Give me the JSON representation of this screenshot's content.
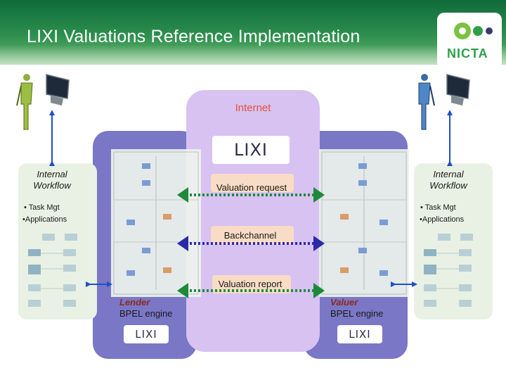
{
  "slide": {
    "title": "LIXI Valuations Reference Implementation",
    "logo_text": "NICTA",
    "colors": {
      "header_green": "#2d8f4e",
      "internet_band": "#d8c2f2",
      "engine_panel": "#7a77c6",
      "message_box": "#f8dcc5",
      "arrow_blue": "#1f4fc8",
      "dotted_green": "#1c8a3a",
      "internet_label": "#e0513a"
    }
  },
  "diagram": {
    "internet_label": "Internet",
    "lixi_logo": "LIXI",
    "left_workflow": {
      "title_line1": "Internal",
      "title_line2": "Workflow",
      "bullet1": "• Task Mgt",
      "bullet2": "•Applications"
    },
    "right_workflow": {
      "title_line1": "Internal",
      "title_line2": "Workflow",
      "bullet1": "• Task Mgt",
      "bullet2": "•Applications"
    },
    "messages": {
      "valuation_request": "Valuation request",
      "backchannel": "Backchannel",
      "valuation_report": "Valuation report"
    },
    "lender_engine": {
      "role": "Lender",
      "label": "BPEL engine"
    },
    "valuer_engine": {
      "role": "Valuer",
      "label": "BPEL engine"
    },
    "icons": [
      "person-icon",
      "monitor-icon",
      "bpel-process-thumbnail",
      "workflow-thumbnail",
      "lixi-logo",
      "nicta-logo"
    ]
  }
}
